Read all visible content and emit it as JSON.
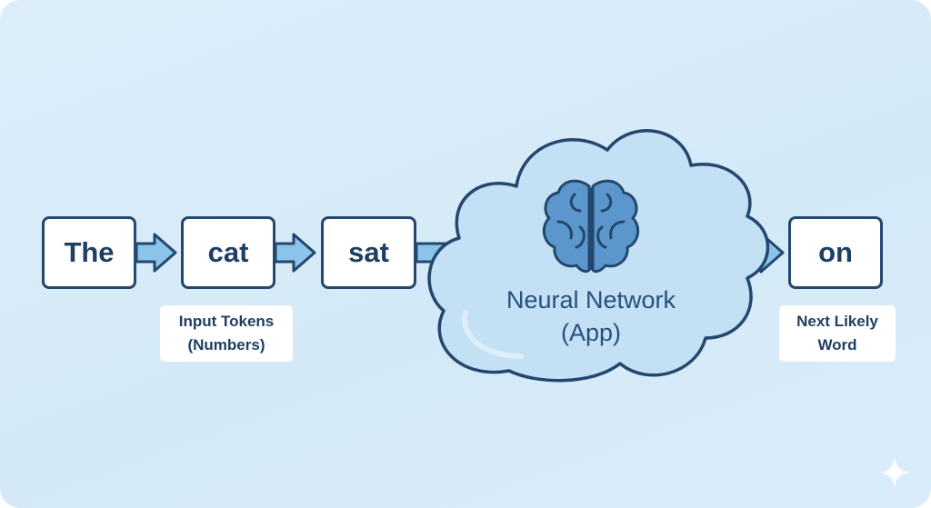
{
  "diagram": {
    "input_tokens": [
      "The",
      "cat",
      "sat"
    ],
    "input_caption": [
      "Input Tokens",
      "(Numbers)"
    ],
    "model_label": [
      "Neural Network",
      "(App)"
    ],
    "output_token": "on",
    "output_caption": [
      "Next Likely",
      "Word"
    ],
    "model_icon": "brain-icon",
    "corner_icon": "sparkle-icon"
  },
  "colors": {
    "background": "#d6eaf8",
    "outline": "#24476d",
    "arrow_fill": "#8cc3ea",
    "cloud_fill": "#c3e0f5",
    "text": "#1e3f63"
  }
}
